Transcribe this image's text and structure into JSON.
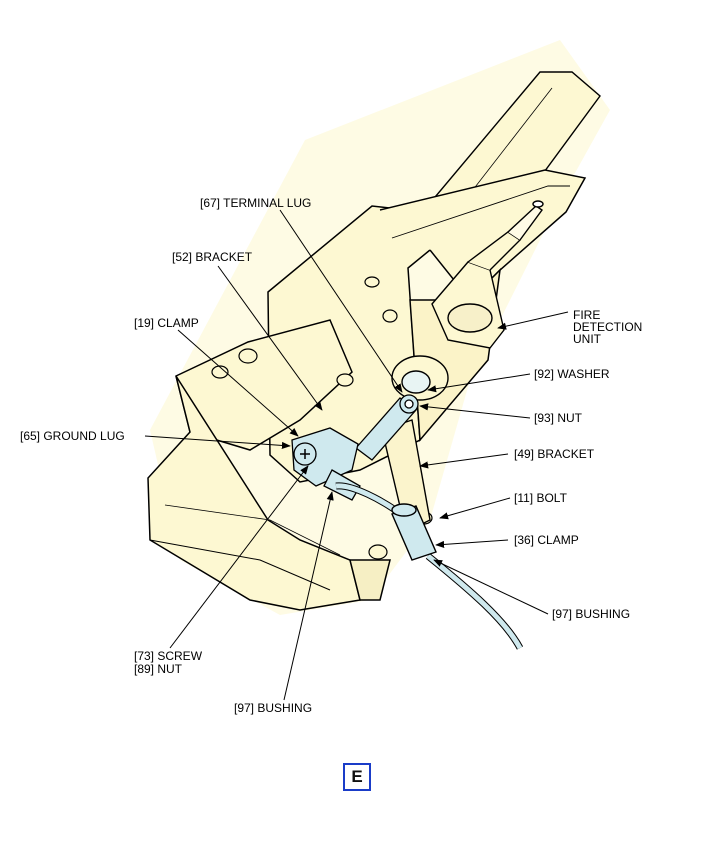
{
  "callouts": {
    "terminal_lug": "[67] TERMINAL LUG",
    "bracket_52": "[52] BRACKET",
    "clamp_19": "[19] CLAMP",
    "ground_lug": "[65] GROUND LUG",
    "fire_detection_unit": [
      "FIRE",
      "DETECTION",
      "UNIT"
    ],
    "washer": "[92] WASHER",
    "nut_93": "[93] NUT",
    "bracket_49": "[49] BRACKET",
    "bolt": "[11] BOLT",
    "clamp_36": "[36] CLAMP",
    "bushing_right": "[97] BUSHING",
    "screw": "[73] SCREW",
    "nut_89": "[89] NUT",
    "bushing_bottom": "[97] BUSHING"
  },
  "view_label": "E",
  "colors": {
    "structure_fill": "#fdf8d2",
    "cable_fill": "#cfe9ee",
    "line": "#000000",
    "view_box_border": "#1a3cc8"
  }
}
